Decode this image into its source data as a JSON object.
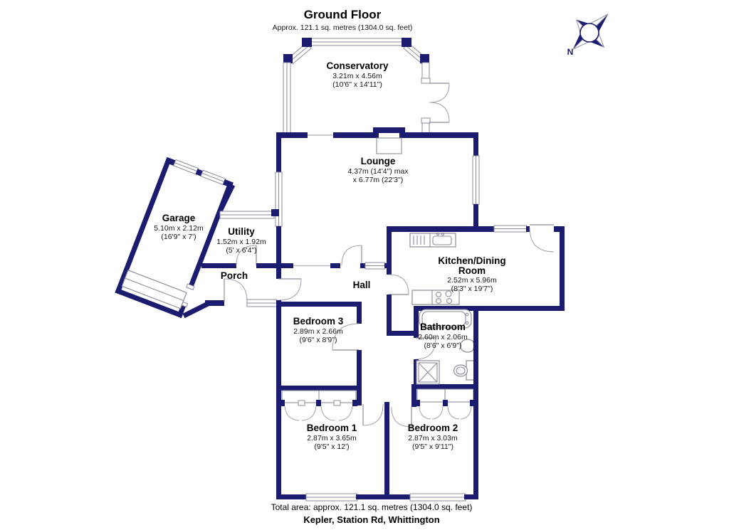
{
  "header": {
    "title": "Ground Floor",
    "subtitle": "Approx. 121.1 sq. metres (1304.0 sq. feet)"
  },
  "compass": {
    "label": "N"
  },
  "rooms": [
    {
      "id": "conservatory",
      "name": "Conservatory",
      "dim_metric": "3.21m x 4.56m",
      "dim_imperial": "(10'6\" x 14'11\")"
    },
    {
      "id": "lounge",
      "name": "Lounge",
      "dim_metric": "4.37m (14'4\") max",
      "dim_imperial": "x 6.77m (22'3\")"
    },
    {
      "id": "garage",
      "name": "Garage",
      "dim_metric": "5.10m x 2.12m",
      "dim_imperial": "(16'9\" x 7')"
    },
    {
      "id": "utility",
      "name": "Utility",
      "dim_metric": "1.52m x 1.92m",
      "dim_imperial": "(5' x 6'4\")"
    },
    {
      "id": "porch",
      "name": "Porch"
    },
    {
      "id": "hall",
      "name": "Hall"
    },
    {
      "id": "kitchen-dining",
      "name": "Kitchen/Dining",
      "name2": "Room",
      "dim_metric": "2.52m x 5.96m",
      "dim_imperial": "(8'3\" x 19'7\")"
    },
    {
      "id": "bathroom",
      "name": "Bathroom",
      "dim_metric": "2.60m x 2.06m",
      "dim_imperial": "(8'6\" x 6'9\")"
    },
    {
      "id": "bedroom3",
      "name": "Bedroom 3",
      "dim_metric": "2.89m x 2.66m",
      "dim_imperial": "(9'6\" x 8'9\")"
    },
    {
      "id": "bedroom1",
      "name": "Bedroom 1",
      "dim_metric": "2.87m x 3.65m",
      "dim_imperial": "(9'5\" x 12')"
    },
    {
      "id": "bedroom2",
      "name": "Bedroom 2",
      "dim_metric": "2.87m x 3.03m",
      "dim_imperial": "(9'5\" x 9'11\")"
    }
  ],
  "footer": {
    "total_area": "Total area: approx. 121.1 sq. metres (1304.0 sq. feet)",
    "address": "Kepler, Station Rd, Whittington"
  },
  "colors": {
    "wall": "#1b1b6f",
    "fixture": "#8b8b9b",
    "text": "#000000"
  }
}
